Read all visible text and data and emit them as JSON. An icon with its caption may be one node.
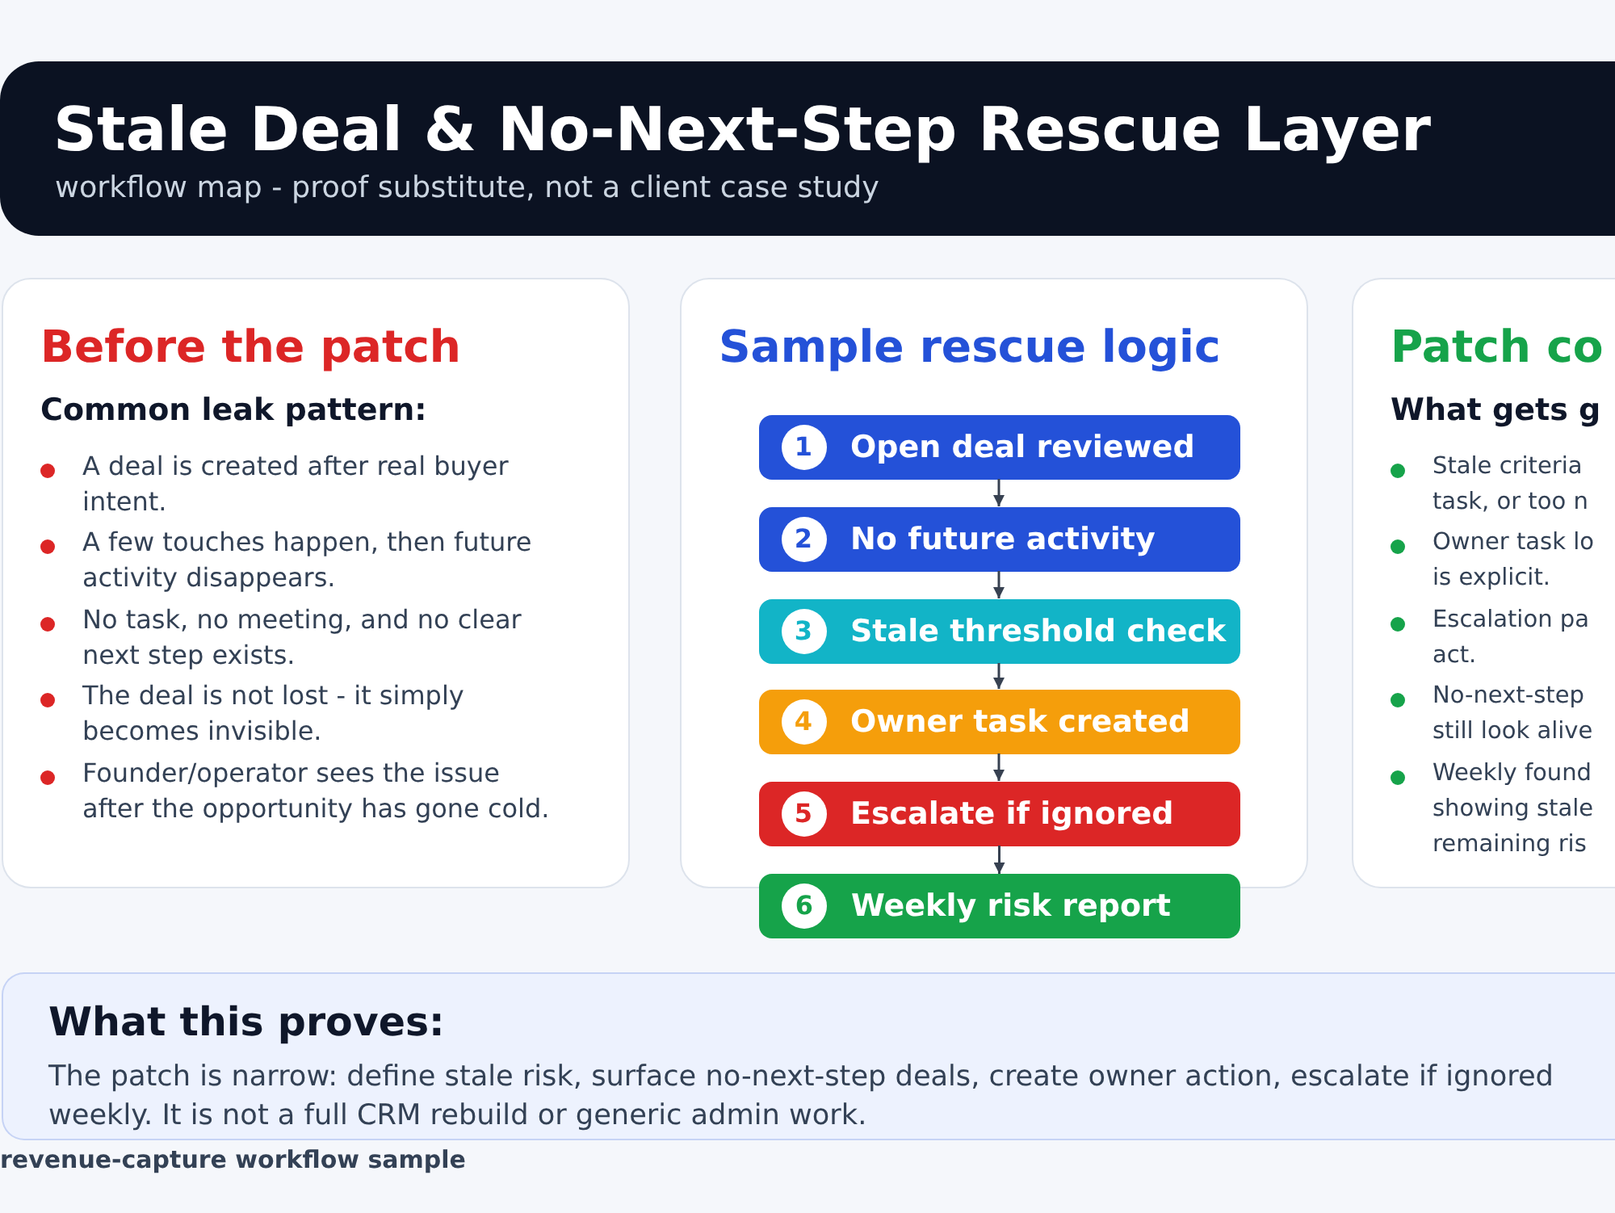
{
  "diagram": {
    "title": "Stale Deal & No-Next-Step Rescue Layer",
    "nodes": [
      {
        "text": [
          "Before the patch",
          "Common leak pattern:",
          "A deal is created after real buyer intent.",
          "A few touches happen, then future activity disappears.",
          "No task, no meeting, and no clear next step exists.",
          "The deal is not lost - it simply becomes invisible.",
          "Founder/operator sees the issue after the opportunity has gone cold."
        ]
      },
      {
        "text": [
          "Sample rescue logic"
        ]
      },
      {
        "text": [
          "1",
          "Open deal reviewed"
        ],
        "in": 1
      },
      {
        "text": [
          "2",
          "No future activity"
        ],
        "in": 1
      },
      {
        "text": [
          "3",
          "Stale threshold check"
        ],
        "in": 1
      },
      {
        "text": [
          "4",
          "Owner task created"
        ],
        "in": 1
      },
      {
        "text": [
          "5",
          "Escalate if ignored"
        ],
        "in": 1
      },
      {
        "text": [
          "6",
          "Weekly risk report"
        ]
      },
      {
        "text": [
          "Patch co",
          "What gets g",
          "Stale criteria task, or too n",
          "Owner task lo is explicit.",
          "Escalation pa act.",
          "No-next-step still look alive",
          "Weekly found showing stale remaining ris"
        ]
      },
      {
        "text": [
          "What this proves:",
          "The patch is narrow: define stale risk, surface no-next-step deals, create owner action, escalate if ignored weekly. It is not a full CRM rebuild or generic admin work."
        ]
      }
    ],
    "edges": [
      {
        "from": 2,
        "to": 3,
        "arrow": "to"
      },
      {
        "from": 3,
        "to": 4,
        "arrow": "to"
      },
      {
        "from": 4,
        "to": 5,
        "arrow": "to"
      },
      {
        "from": 5,
        "to": 6,
        "arrow": "to"
      },
      {
        "from": 6,
        "to": 7,
        "arrow": "to"
      }
    ],
    "labels": [
      "workflow map - proof substitute, not a client case study",
      "revenue-capture workflow sample"
    ]
  }
}
